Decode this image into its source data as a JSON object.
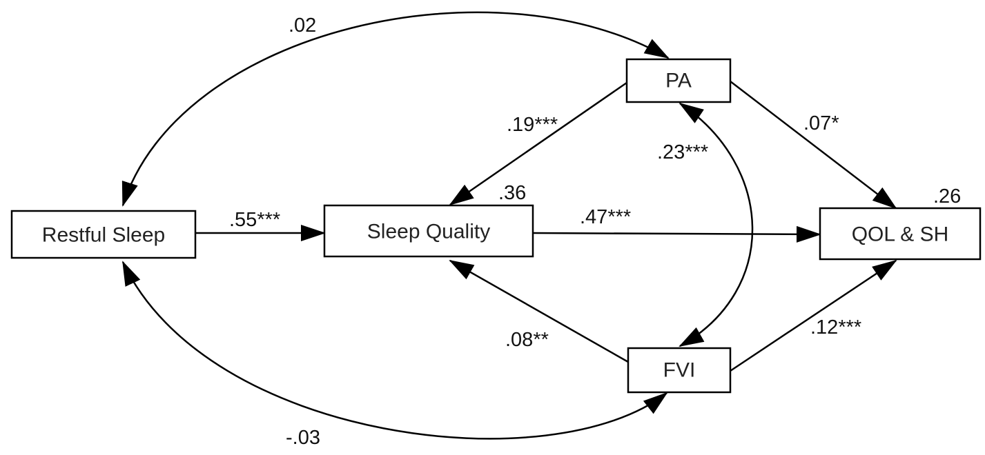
{
  "nodes": {
    "restful_sleep": "Restful Sleep",
    "sleep_quality": "Sleep Quality",
    "pa": "PA",
    "fvi": "FVI",
    "qol": "QOL & SH"
  },
  "r_squared": {
    "sleep_quality": ".36",
    "qol": ".26"
  },
  "paths": {
    "restful_to_sleep_quality": ".55***",
    "pa_to_sleep_quality": ".19***",
    "fvi_to_sleep_quality": ".08**",
    "sleep_quality_to_qol": ".47***",
    "pa_to_qol": ".07*",
    "fvi_to_qol": ".12***"
  },
  "correlations": {
    "restful_pa": ".02",
    "restful_fvi": "-.03",
    "pa_fvi": ".23***"
  },
  "colors": {
    "stroke": "#000000",
    "text": "#222222",
    "background": "#ffffff"
  }
}
